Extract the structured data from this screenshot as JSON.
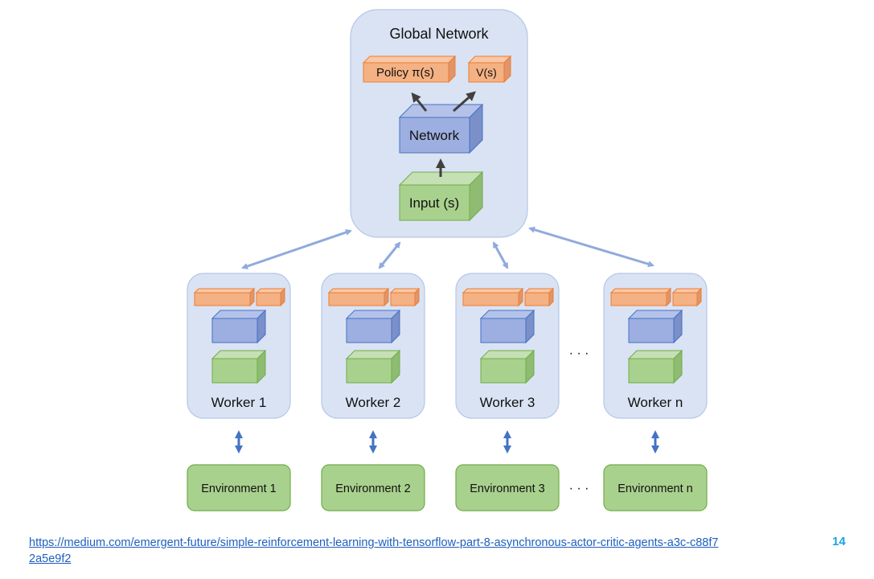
{
  "global_network": {
    "title": "Global Network",
    "policy_label": "Policy π(s)",
    "value_label": "V(s)",
    "network_label": "Network",
    "input_label": "Input (s)"
  },
  "workers": [
    {
      "label": "Worker 1"
    },
    {
      "label": "Worker 2"
    },
    {
      "label": "Worker 3"
    },
    {
      "label": "Worker n"
    }
  ],
  "environments": [
    {
      "label": "Environment 1"
    },
    {
      "label": "Environment 2"
    },
    {
      "label": "Environment 3"
    },
    {
      "label": "Environment n"
    }
  ],
  "ellipsis": "· · ·",
  "footer": {
    "link_text": "https://medium.com/emergent-future/simple-reinforcement-learning-with-tensorflow-part-8-asynchronous-actor-critic-agents-a3c-c88f72a5e9f2",
    "page_number": "14"
  },
  "colors": {
    "panel_fill": "#dae3f3",
    "panel_stroke": "#b4c7e7",
    "orange_fill": "#f4b183",
    "orange_stroke": "#ed7d31",
    "blue_fill": "#9dafe0",
    "blue_stroke": "#4472c4",
    "green_fill": "#a9d18e",
    "green_stroke": "#70ad47",
    "arrow_light": "#8faadc",
    "arrow_blue": "#4472c4",
    "arrow_dark": "#404040",
    "link": "#1f5fbf",
    "page_number": "#1aa3e0"
  }
}
